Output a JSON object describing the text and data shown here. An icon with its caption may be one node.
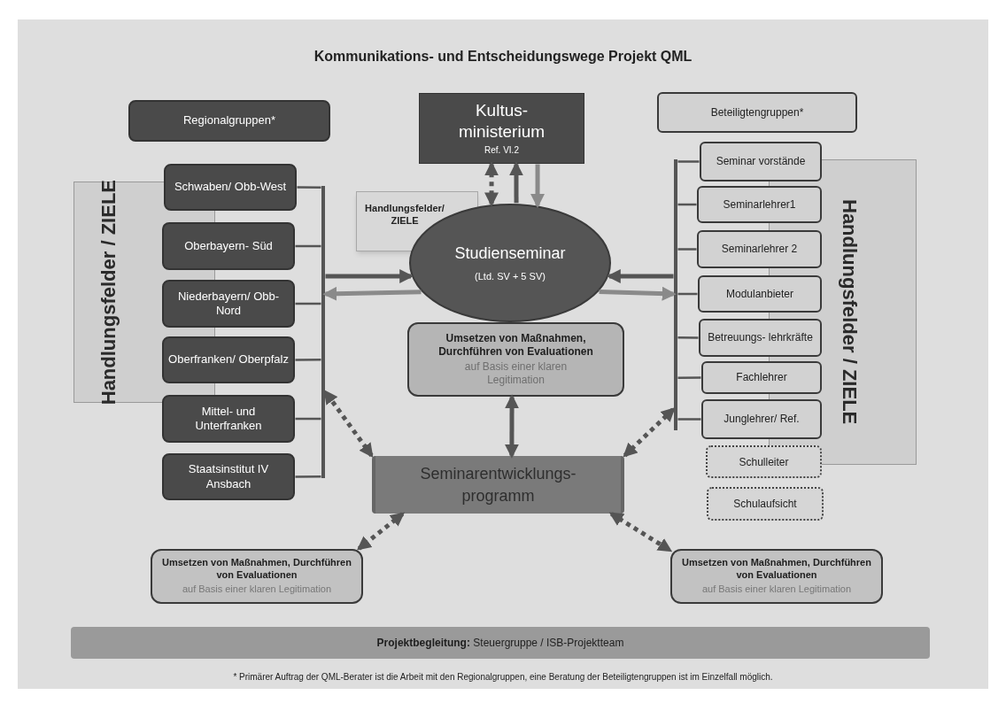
{
  "diagram": {
    "title": "Kommunikations- und Entscheidungswege Projekt QML",
    "caption": "* Primärer Auftrag der QML-Berater ist die Arbeit mit den Regionalgruppen, eine Beratung der Beteiligtengruppen ist im Einzelfall möglich.",
    "nodes": [
      {
        "text": [
          "Regionalgruppen*"
        ]
      },
      {
        "text": [
          "Handlungsfelder / ZIELE"
        ]
      },
      {
        "text": [
          "Schwaben/ Obb-West"
        ]
      },
      {
        "text": [
          "Oberbayern- Süd"
        ]
      },
      {
        "text": [
          "Niederbayern/ Obb-Nord"
        ]
      },
      {
        "text": [
          "Oberfranken/ Oberpfalz"
        ]
      },
      {
        "text": [
          "Mittel- und Unterfranken"
        ]
      },
      {
        "text": [
          "Staatsinstitut IV Ansbach"
        ]
      },
      {
        "text": [
          "Kultus- ministerium",
          "Ref. VI.2"
        ]
      },
      {
        "text": [
          "Handlungsfelder/ ZIELE"
        ]
      },
      {
        "text": [
          "Studienseminar",
          "(Ltd. SV + 5 SV)"
        ]
      },
      {
        "text": [
          "Umsetzen von Maßnahmen, Durchführen von Evaluationen",
          "auf Basis einer klaren Legitimation"
        ]
      },
      {
        "text": [
          "Seminarentwicklungs- programm"
        ]
      },
      {
        "text": [
          "Beteiligtengruppen*"
        ]
      },
      {
        "text": [
          "Handlungsfelder / ZIELE"
        ]
      },
      {
        "text": [
          "Seminar vorstände"
        ]
      },
      {
        "text": [
          "Seminarlehrer1"
        ]
      },
      {
        "text": [
          "Seminarlehrer 2"
        ]
      },
      {
        "text": [
          "Modulanbieter"
        ]
      },
      {
        "text": [
          "Betreuungs- lehrkräfte"
        ]
      },
      {
        "text": [
          "Fachlehrer"
        ]
      },
      {
        "text": [
          "Junglehrer/ Ref."
        ]
      },
      {
        "text": [
          "Schulleiter"
        ]
      },
      {
        "text": [
          "Schulaufsicht"
        ]
      },
      {
        "text": [
          "Umsetzen von Maßnahmen, Durchführen von Evaluationen",
          "auf Basis einer klaren Legitimation"
        ]
      },
      {
        "text": [
          "Umsetzen von Maßnahmen, Durchführen von Evaluationen",
          "auf Basis einer klaren Legitimation"
        ]
      },
      {
        "text": [
          "**Projektbegleitung:** Steuergruppe / ISB-Projektteam"
        ]
      },
      {
        "text": [],
        "shape": "bar"
      },
      {
        "text": [],
        "shape": "bar"
      }
    ],
    "edges": [
      {
        "from": 10,
        "to": 8,
        "arrow": "both",
        "style": "dashed"
      },
      {
        "from": 10,
        "to": 8,
        "arrow": "to",
        "style": "thick"
      },
      {
        "from": 8,
        "to": 10,
        "arrow": "to",
        "style": "thick",
        "color": "#8a8a8a"
      },
      {
        "from": 27,
        "to": 10,
        "arrow": "to",
        "style": "thick"
      },
      {
        "from": 10,
        "to": 27,
        "arrow": "to",
        "style": "thick",
        "color": "#8a8a8a"
      },
      {
        "from": 28,
        "to": 10,
        "arrow": "to",
        "style": "thick"
      },
      {
        "from": 10,
        "to": 28,
        "arrow": "to",
        "style": "thick",
        "color": "#8a8a8a"
      },
      {
        "from": 11,
        "to": 12,
        "arrow": "both",
        "style": "thick"
      },
      {
        "from": 12,
        "to": 27,
        "arrow": "both",
        "style": "dashed"
      },
      {
        "from": 12,
        "to": 28,
        "arrow": "both",
        "style": "dashed"
      },
      {
        "from": 12,
        "to": 24,
        "arrow": "both",
        "style": "dashed"
      },
      {
        "from": 12,
        "to": 25,
        "arrow": "both",
        "style": "dashed"
      },
      {
        "from": 2,
        "to": 27,
        "arrow": "none"
      },
      {
        "from": 3,
        "to": 27,
        "arrow": "none"
      },
      {
        "from": 4,
        "to": 27,
        "arrow": "none"
      },
      {
        "from": 5,
        "to": 27,
        "arrow": "none"
      },
      {
        "from": 6,
        "to": 27,
        "arrow": "none"
      },
      {
        "from": 7,
        "to": 27,
        "arrow": "none"
      },
      {
        "from": 15,
        "to": 28,
        "arrow": "none"
      },
      {
        "from": 16,
        "to": 28,
        "arrow": "none"
      },
      {
        "from": 17,
        "to": 28,
        "arrow": "none"
      },
      {
        "from": 18,
        "to": 28,
        "arrow": "none"
      },
      {
        "from": 19,
        "to": 28,
        "arrow": "none"
      },
      {
        "from": 20,
        "to": 28,
        "arrow": "none"
      },
      {
        "from": 21,
        "to": 28,
        "arrow": "none"
      }
    ]
  }
}
